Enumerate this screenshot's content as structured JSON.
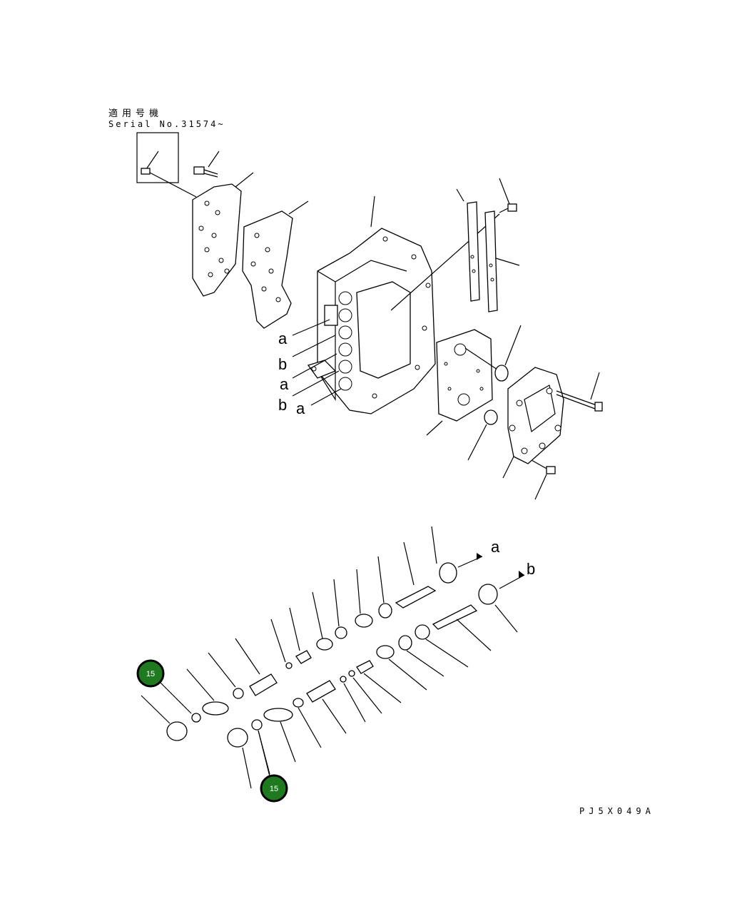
{
  "header": {
    "applicability_jp": "適用号機",
    "serial": "Serial No.31574~"
  },
  "footer": {
    "drawing_code": "PJ5X049A"
  },
  "port_labels": {
    "a1": "a",
    "b1": "b",
    "a2": "a",
    "b2": "b",
    "a3": "a"
  },
  "flow_labels": {
    "upper": "a",
    "lower": "b"
  },
  "callouts": {
    "left": "15",
    "bottom": "15"
  },
  "colors": {
    "callout_fill": "#1f7a1f",
    "callout_ring": "#000000",
    "line": "#000000"
  }
}
